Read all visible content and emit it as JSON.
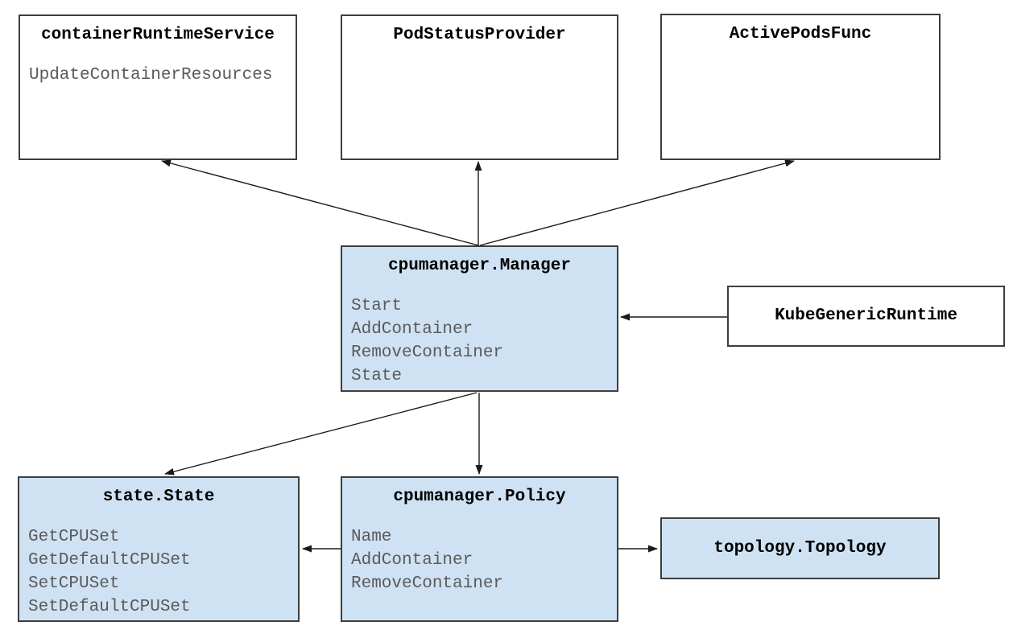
{
  "diagram": {
    "type": "architecture-diagram",
    "colors": {
      "background": "#ffffff",
      "node_fill_highlight": "#cfe2f3",
      "node_fill_plain": "#ffffff",
      "node_border": "#3d3d3d",
      "arrow": "#1a1a1a",
      "title_text": "#000000",
      "method_text": "#5a5a5a"
    },
    "nodes": {
      "container_runtime_service": {
        "title": "containerRuntimeService",
        "methods": [
          "UpdateContainerResources"
        ]
      },
      "pod_status_provider": {
        "title": "PodStatusProvider",
        "methods": []
      },
      "active_pods_func": {
        "title": "ActivePodsFunc",
        "methods": []
      },
      "cpumanager_manager": {
        "title": "cpumanager.Manager",
        "methods": [
          "Start",
          "AddContainer",
          "RemoveContainer",
          "State"
        ]
      },
      "kube_generic_runtime": {
        "title": "KubeGenericRuntime",
        "methods": []
      },
      "state_state": {
        "title": "state.State",
        "methods": [
          "GetCPUSet",
          "GetDefaultCPUSet",
          "SetCPUSet",
          "SetDefaultCPUSet"
        ]
      },
      "cpumanager_policy": {
        "title": "cpumanager.Policy",
        "methods": [
          "Name",
          "AddContainer",
          "RemoveContainer"
        ]
      },
      "topology_topology": {
        "title": "topology.Topology",
        "methods": []
      }
    },
    "edges": [
      {
        "from": "cpumanager_manager",
        "to": "container_runtime_service",
        "points": [
          [
            594,
            305
          ],
          [
            201,
            200
          ]
        ]
      },
      {
        "from": "cpumanager_manager",
        "to": "pod_status_provider",
        "points": [
          [
            594,
            305
          ],
          [
            594,
            201
          ]
        ]
      },
      {
        "from": "cpumanager_manager",
        "to": "active_pods_func",
        "points": [
          [
            596,
            305
          ],
          [
            986,
            200
          ]
        ]
      },
      {
        "from": "kube_generic_runtime",
        "to": "cpumanager_manager",
        "points": [
          [
            903,
            394
          ],
          [
            771,
            394
          ]
        ]
      },
      {
        "from": "cpumanager_manager",
        "to": "cpumanager_policy",
        "points": [
          [
            595,
            488
          ],
          [
            595,
            589
          ]
        ]
      },
      {
        "from": "cpumanager_manager",
        "to": "state_state",
        "points": [
          [
            592,
            488
          ],
          [
            205,
            589
          ]
        ]
      },
      {
        "from": "cpumanager_policy",
        "to": "state_state",
        "points": [
          [
            423,
            682
          ],
          [
            376,
            682
          ]
        ]
      },
      {
        "from": "cpumanager_policy",
        "to": "topology_topology",
        "points": [
          [
            768,
            682
          ],
          [
            816,
            682
          ]
        ]
      }
    ]
  }
}
